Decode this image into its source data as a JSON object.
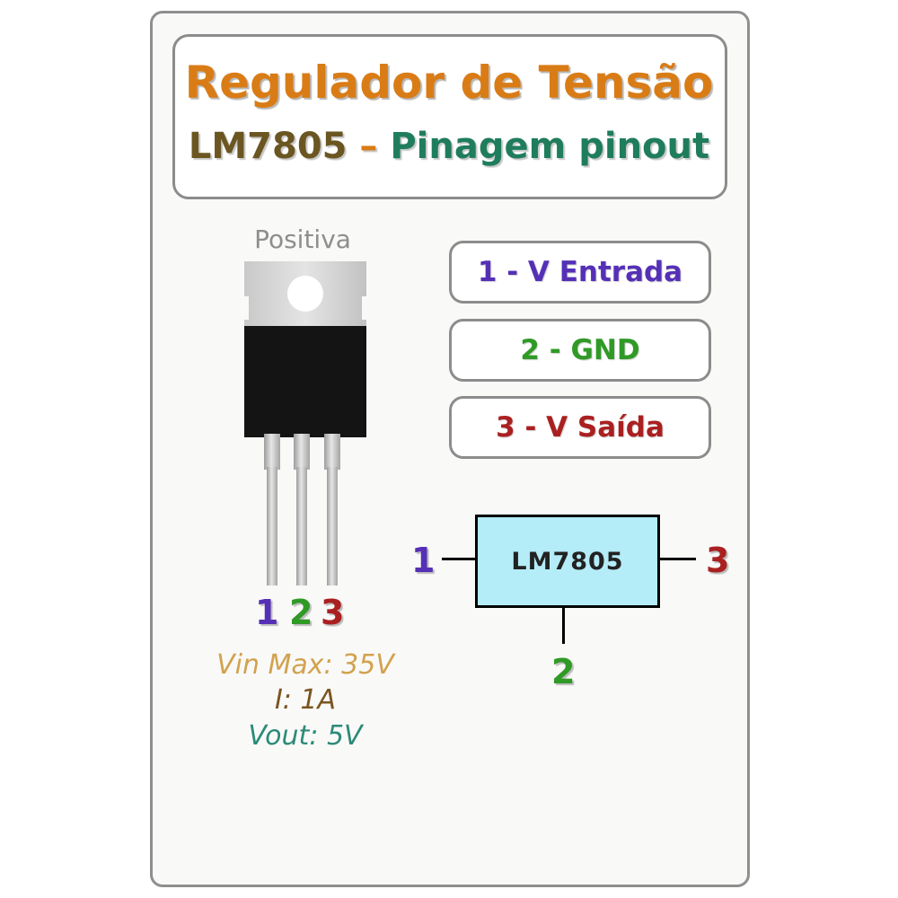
{
  "title": {
    "line1": "Regulador de Tensão",
    "model": "LM7805",
    "dash": "–",
    "subtitle": "Pinagem pinout"
  },
  "package": {
    "tab_label": "Positiva",
    "leg_numbers": [
      "1",
      "2",
      "3"
    ]
  },
  "pins": [
    {
      "label": "1 - V Entrada",
      "color": "#5530b6"
    },
    {
      "label": "2 - GND",
      "color": "#2f9a26"
    },
    {
      "label": "3 - V Saída",
      "color": "#aa2020"
    }
  ],
  "specs": {
    "vin_max": "Vin Max: 35V",
    "current": "I: 1A",
    "vout": "Vout: 5V"
  },
  "symbol": {
    "chip_label": "LM7805",
    "pin_in": "1",
    "pin_out": "3",
    "pin_gnd": "2"
  },
  "colors": {
    "title_orange": "#d97c16",
    "model_brown": "#6b5622",
    "pinout_green": "#1f7d5c",
    "chip_fill": "#b4ecf7"
  }
}
